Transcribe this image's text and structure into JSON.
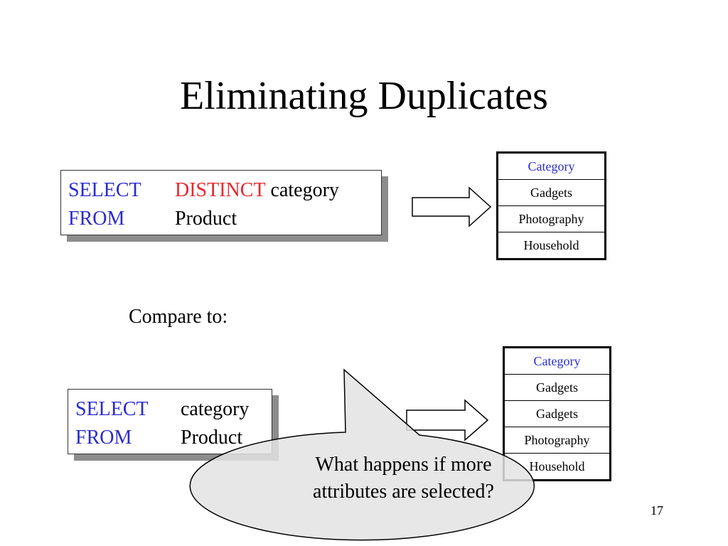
{
  "slide": {
    "title": "Eliminating Duplicates",
    "page_number": "17"
  },
  "query1": {
    "select_kw": "SELECT",
    "distinct_kw": "DISTINCT",
    "select_field": "category",
    "from_kw": "FROM",
    "from_table": "Product"
  },
  "result1": {
    "header": "Category",
    "rows": [
      "Gadgets",
      "Photography",
      "Household"
    ]
  },
  "compare_label": "Compare to:",
  "query2": {
    "select_kw": "SELECT",
    "select_field": "category",
    "from_kw": "FROM",
    "from_table": "Product"
  },
  "result2": {
    "header": "Category",
    "rows": [
      "Gadgets",
      "Gadgets",
      "Photography",
      "Household"
    ]
  },
  "callout": {
    "line1": "What happens if more",
    "line2": "attributes are selected?"
  },
  "colors": {
    "keyword": "#2b2bd0",
    "distinct": "#e8282d",
    "callout_fill": "#e3e3e3",
    "shadow": "#8c8c8c"
  }
}
